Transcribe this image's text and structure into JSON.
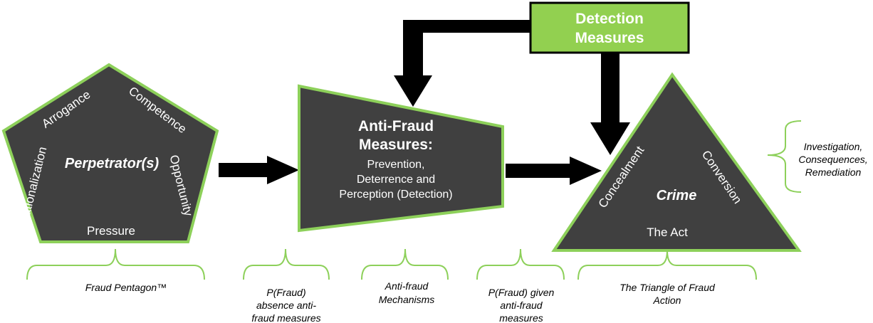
{
  "detection_box": {
    "line1": "Detection",
    "line2": "Measures"
  },
  "pentagon": {
    "title": "Perpetrator(s)",
    "labels": {
      "arrogance": "Arrogance",
      "competence": "Competence",
      "rationalization": "Rationalization",
      "opportunity": "Opportunity",
      "pressure": "Pressure"
    }
  },
  "trapezoid": {
    "title_line1": "Anti-Fraud",
    "title_line2": "Measures:",
    "body_line1": "Prevention,",
    "body_line2": "Deterrence and",
    "body_line3": "Perception (Detection)"
  },
  "triangle": {
    "title": "Crime",
    "left": "Concealment",
    "right": "Conversion",
    "bottom": "The Act"
  },
  "right_note": {
    "line1": "Investigation,",
    "line2": "Consequences,",
    "line3": "Remediation"
  },
  "captions": {
    "pentagon": "Fraud Pentagon™",
    "absence": {
      "line1": "P(Fraud)",
      "line2": "absence anti-",
      "line3": "fraud measures"
    },
    "mechanisms": {
      "line1": "Anti-fraud",
      "line2": "Mechanisms"
    },
    "given": {
      "line1": "P(Fraud) given",
      "line2": "anti-fraud",
      "line3": "measures"
    },
    "triangle": {
      "line1": "The Triangle of Fraud",
      "line2": "Action"
    }
  },
  "colors": {
    "shape_fill": "#404040",
    "accent": "#8dd05a",
    "arrow": "#000000"
  }
}
